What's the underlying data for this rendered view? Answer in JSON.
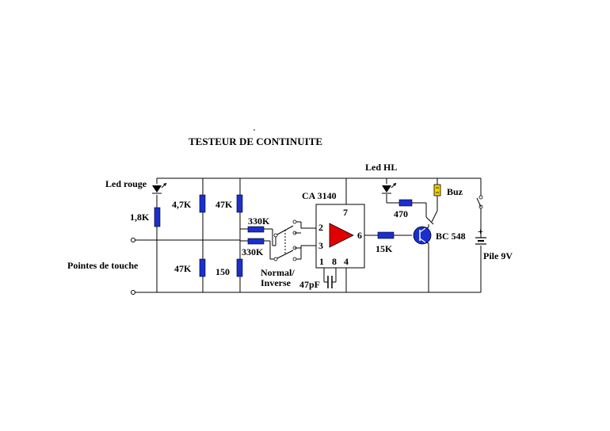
{
  "title": "TESTEUR DE CONTINUITE",
  "labels": {
    "led_rouge": "Led rouge",
    "r_1k8": "1,8K",
    "r_4k7": "4,7K",
    "r_47k_top": "47K",
    "r_47k_bottom": "47K",
    "r_150": "150",
    "r_330k_top": "330K",
    "r_330k_bottom": "330K",
    "pointes": "Pointes de touche",
    "switch_label_1": "Normal/",
    "switch_label_2": "Inverse",
    "cap": "47pF",
    "ic_name": "CA 3140",
    "pin2": "2",
    "pin3": "3",
    "pin6": "6",
    "pin7": "7",
    "pin1": "1",
    "pin8": "8",
    "pin4": "4",
    "led_hl": "Led HL",
    "r_470": "470",
    "buz": "Buz",
    "r_15k": "15K",
    "transistor": "BC 548",
    "battery": "Pile 9V",
    "plus": "+"
  },
  "colors": {
    "resistor": "#1a2fd0",
    "opamp": "#e00000",
    "wire": "#000000"
  }
}
